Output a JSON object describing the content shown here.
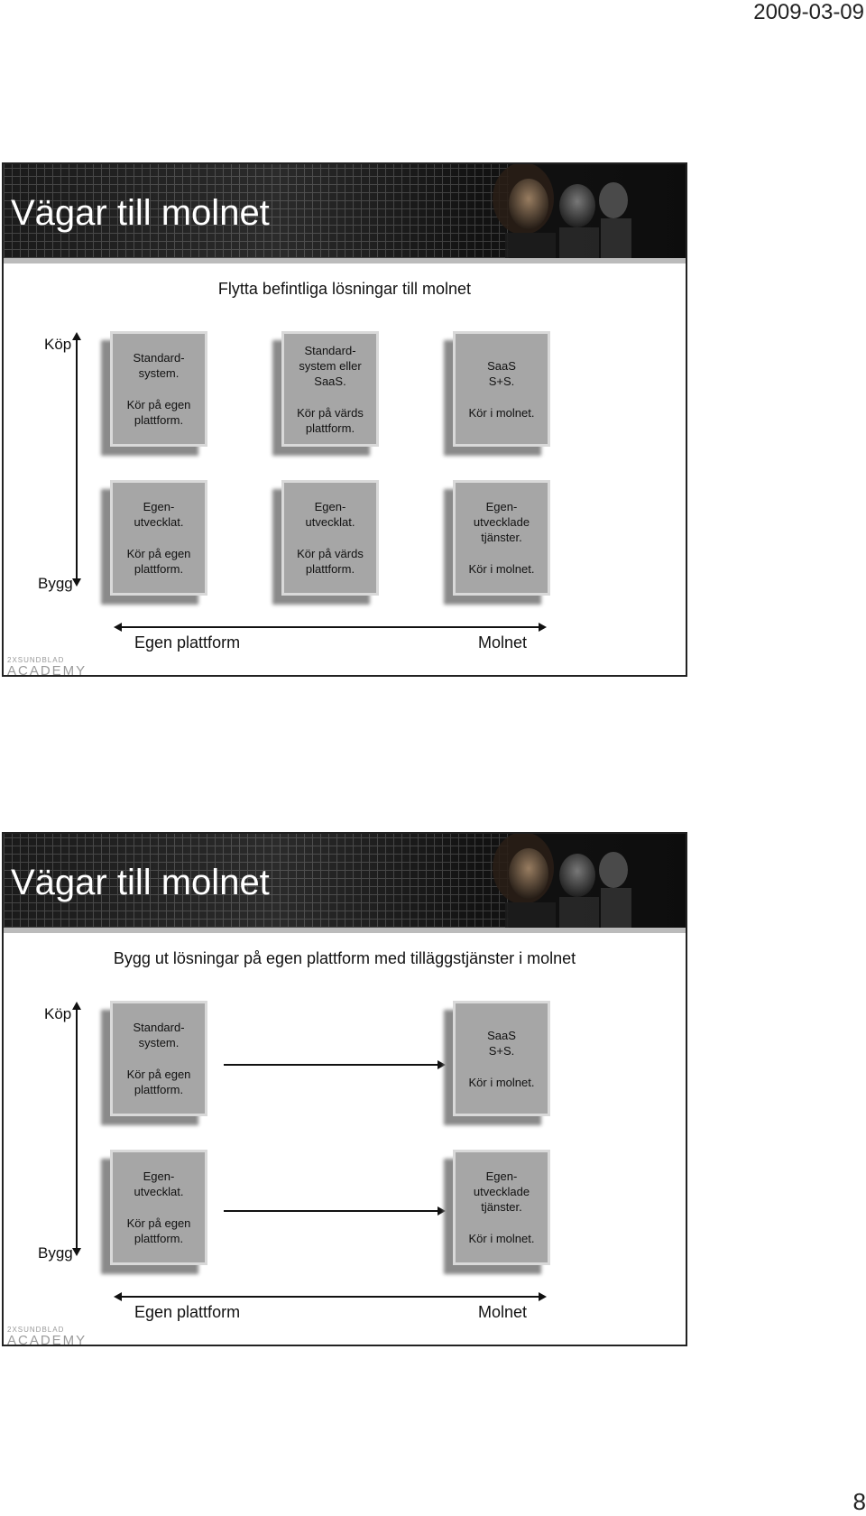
{
  "page": {
    "date": "2009-03-09",
    "number": "8"
  },
  "slides": [
    {
      "title": "Vägar till molnet",
      "subtitle": "Flytta befintliga lösningar till molnet",
      "axis": {
        "top": "Köp",
        "bottom": "Bygg",
        "left": "Egen plattform",
        "right": "Molnet"
      },
      "brand": {
        "small": "2XSUNDBLAD",
        "big": "ACADEMY"
      },
      "boxes": {
        "buy_own": {
          "line1": "Standard-\nsystem.",
          "line2": "Kör på egen\nplattform."
        },
        "buy_host": {
          "line1": "Standard-\nsystem eller\nSaaS.",
          "line2": "Kör på värds\nplattform."
        },
        "buy_cloud": {
          "line1": "SaaS\nS+S.",
          "line2": "Kör i molnet."
        },
        "build_own": {
          "line1": "Egen-\nutvecklat.",
          "line2": "Kör på egen\nplattform."
        },
        "build_host": {
          "line1": "Egen-\nutvecklat.",
          "line2": "Kör på värds\nplattform."
        },
        "build_cloud": {
          "line1": "Egen-\nutvecklade\ntjänster.",
          "line2": "Kör i molnet."
        }
      }
    },
    {
      "title": "Vägar till molnet",
      "subtitle": "Bygg ut lösningar på egen plattform med tilläggstjänster i molnet",
      "axis": {
        "top": "Köp",
        "bottom": "Bygg",
        "left": "Egen plattform",
        "right": "Molnet"
      },
      "brand": {
        "small": "2XSUNDBLAD",
        "big": "ACADEMY"
      },
      "boxes": {
        "buy_own": {
          "line1": "Standard-\nsystem.",
          "line2": "Kör på egen\nplattform."
        },
        "buy_cloud": {
          "line1": "SaaS\nS+S.",
          "line2": "Kör i molnet."
        },
        "build_own": {
          "line1": "Egen-\nutvecklat.",
          "line2": "Kör på egen\nplattform."
        },
        "build_cloud": {
          "line1": "Egen-\nutvecklade\ntjänster.",
          "line2": "Kör i molnet."
        }
      }
    }
  ]
}
